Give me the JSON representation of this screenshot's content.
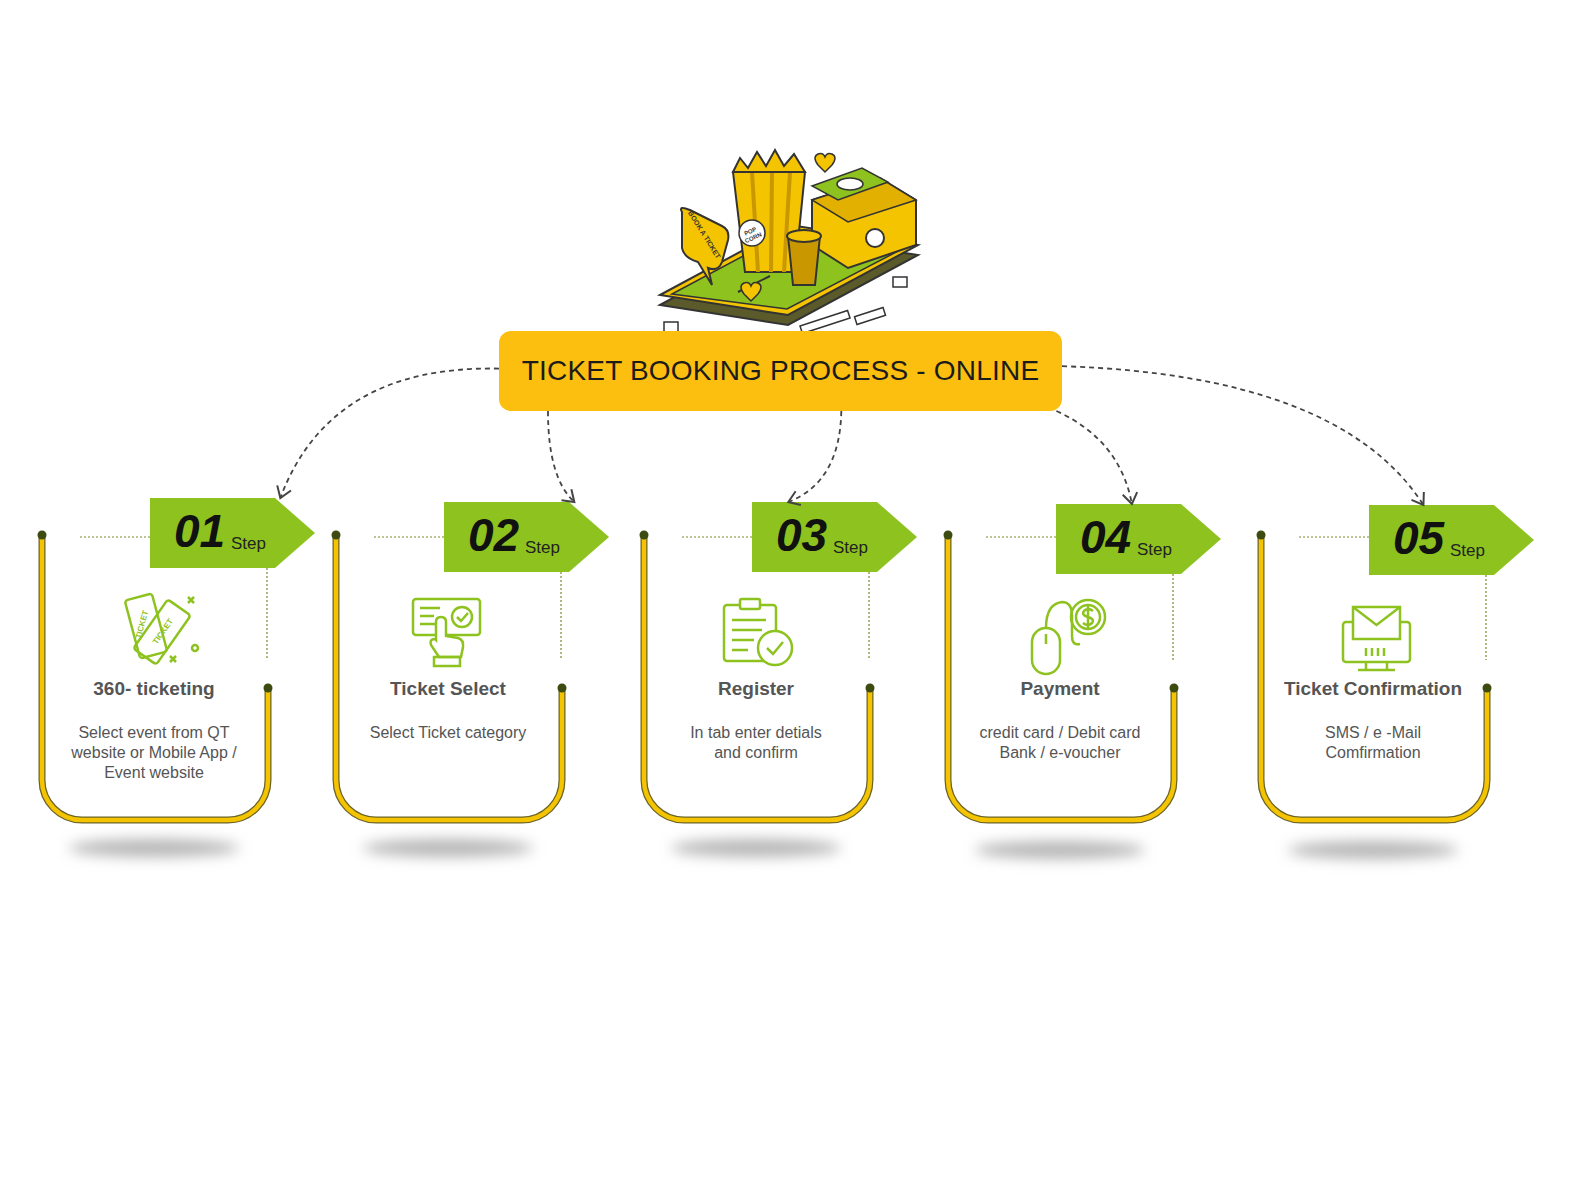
{
  "diagram": {
    "nodes": [
      {
        "text": [
          "TICKET BOOKING PROCESS - ONLINE"
        ]
      },
      {
        "text": [
          "360- ticketing",
          "Select event from QT website or Mobile App / Event website"
        ]
      },
      {
        "text": [
          "01",
          "Step"
        ],
        "in": 1
      },
      {
        "text": [
          "Ticket Select",
          "Select Ticket category"
        ]
      },
      {
        "text": [
          "02",
          "Step"
        ],
        "in": 3
      },
      {
        "text": [
          "Register",
          "In tab enter detials and confirm"
        ]
      },
      {
        "text": [
          "03",
          "Step"
        ],
        "in": 5
      },
      {
        "text": [
          "Payment",
          "credit card / Debit card Bank / e-voucher"
        ]
      },
      {
        "text": [
          "04",
          "Step"
        ],
        "in": 7
      },
      {
        "text": [
          "Ticket Confirmation",
          "SMS / e -Mail Comfirmation"
        ]
      },
      {
        "text": [
          "05",
          "Step"
        ],
        "in": 9
      }
    ],
    "edges": [
      {
        "from": 0,
        "to": 2,
        "arrow": "to"
      },
      {
        "from": 0,
        "to": 4,
        "arrow": "to"
      },
      {
        "from": 0,
        "to": 6,
        "arrow": "to"
      },
      {
        "from": 0,
        "to": 8,
        "arrow": "to"
      },
      {
        "from": 0,
        "to": 10,
        "arrow": "to"
      }
    ],
    "labels": [
      "BOOK A TICKET",
      "POP CORN",
      "TICKET",
      "TICKET"
    ]
  }
}
